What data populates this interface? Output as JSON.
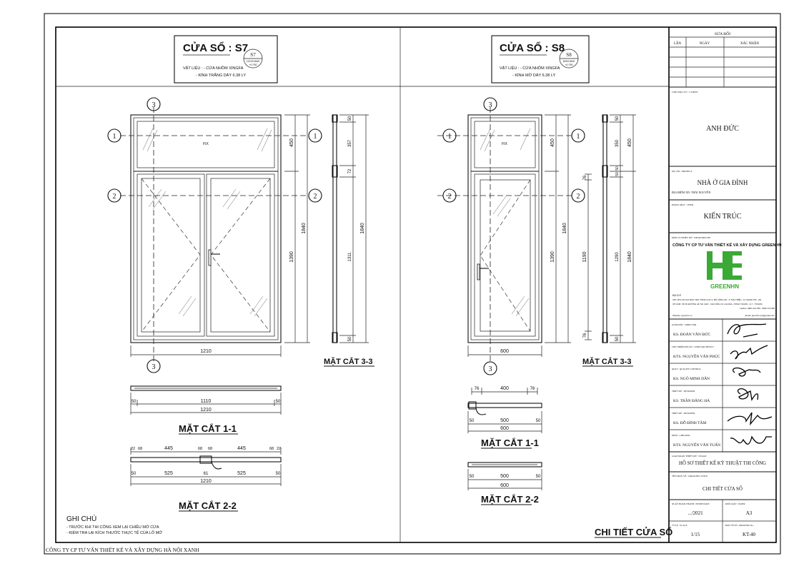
{
  "left": {
    "title": "CỬA SỔ : S7",
    "material_1": "VẬT LIỆU : - CỬA NHÔM XINGFA",
    "material_2": "- KÍNH TRẮNG DÀY 6.38 LY",
    "tag": "S7",
    "tag_sub1": "1210X1840",
    "tag_sub2": "+0.750",
    "fix_label": "FIX",
    "dims": {
      "w_total": "1210",
      "h_top": "450",
      "h_bottom": "1390",
      "h_total": "1840",
      "s33_a": "50",
      "s33_b": "357",
      "s33_c": "72",
      "s33_d": "1311",
      "s33_e": "50",
      "s33_total": "1840",
      "s11_a": "50",
      "s11_b": "1110",
      "s11_c": "50",
      "s11_total": "1210",
      "s22_top": [
        "22",
        "68",
        "445",
        "68",
        "68",
        "445",
        "68",
        "22"
      ],
      "s22_bottom": [
        "50",
        "525",
        "61",
        "525",
        "50"
      ],
      "s22_total": "1210"
    },
    "sec33": "MẶT CẮT 3-3",
    "sec11": "MẶT CẮT 1-1",
    "sec22": "MẶT CẮT 2-2"
  },
  "right": {
    "title": "CỬA SỔ : S8",
    "material_1": "VẬT LIỆU : - CỬA NHÔM XINGFA",
    "material_2": "- KÍNH MỜ DÀY 6.38 LY",
    "tag": "S8",
    "tag_sub1": "600X1840",
    "tag_sub2": "+0.750",
    "fix_label": "FIX",
    "dims": {
      "w_total": "600",
      "h_top": "450",
      "h_bottom": "1390",
      "h_total": "1840",
      "left_a": "76",
      "left_b": "1190",
      "left_c": "76",
      "s33_a": "50",
      "s33_b": "350",
      "s33_c": "50",
      "s33_d": "50",
      "s33_e": "1290",
      "s33_f": "50",
      "s33_total_top": "450",
      "s33_total": "1840",
      "s11_top": [
        "76",
        "400",
        "76"
      ],
      "s11_bottom": [
        "50",
        "500",
        "50"
      ],
      "s11_total": "600",
      "s22_bottom": [
        "50",
        "500",
        "50"
      ],
      "s22_total": "600"
    },
    "sec33": "MẶT CẮT 3-3",
    "sec11": "MẶT CẮT 1-1",
    "sec22": "MẶT CẮT 2-2",
    "chi_tiet": "CHI TIẾT CỬA SỔ"
  },
  "markers": [
    "1",
    "2",
    "3"
  ],
  "notes": {
    "heading": "GHI CHÚ",
    "line1": "- TRƯỚC KHI THI CÔNG XEM LẠI CHIỀU MỞ CỬA",
    "line2": "- KIỂM TRA LẠI KÍCH THƯỚC THỰC TẾ CỦA LỖ MỞ"
  },
  "footer": "CÔNG TY CP TƯ VẤN THIẾT KẾ VÀ XÂY DỰNG HÀ NỘI XANH",
  "titleblock": {
    "revision_title": "SỬA ĐỔI",
    "rev_cols": [
      "LẦN",
      "NGÀY",
      "XÁC NHẬN"
    ],
    "owner_label": "CHỦ ĐẦU TƯ : CLIENT",
    "owner": "ANH ĐỨC",
    "project_label": "DỰ ÁN : PROJECT",
    "project": "NHÀ Ở GIA ĐÌNH",
    "location": "ĐỊA ĐIỂM XD: THÁI NGUYÊN",
    "item_label": "HẠNG MỤC : ITEM",
    "item": "KIẾN TRÚC",
    "designer_label": "ĐƠN VỊ THIẾT KẾ : DESIGNED BY",
    "company": "CÔNG TY CP TƯ VẤN THIẾT KẾ VÀ XÂY DỰNG GREENHN",
    "logo_text": "GREENHN",
    "address_label": "ĐỊA CHỈ",
    "address_1": "VP1: BT1-09 CỤC BẢO TRỢ TỔNG CỤC II, BỘ CÔNG AN - X.TẢN TRIỀU - H.THANH TRÌ - HN",
    "address_2": "VP HCM: SỐ 36 ĐƯỜNG LÊ THỊ CHỢ - KHU DÂN CƯ LACASA - P.PHÚ THUẬN - Q.7 - TP.HCM",
    "hotline": "Hotline: 0987.213.789 - 0946.713.385",
    "website": "Website: greenhn.vn",
    "email": "Email: greenhn.jsc@gmail.com",
    "roles": [
      {
        "label": "GIÁM ĐỐC : DIRECTOR",
        "name": "KS. ĐOÀN VĂN ĐỨC"
      },
      {
        "label": "CHỦ NHIỆM ĐỒ ÁN : CHIEF ARCHITECT",
        "name": "KTS. NGUYỄN VĂN PHÚC"
      },
      {
        "label": "QLKT : QUALIFY CONTROL",
        "name": "KS. NGÔ MINH DÂN"
      },
      {
        "label": "THIẾT KẾ : DESIGNER",
        "name": "KS. TRẦN ĐĂNG HÀ"
      },
      {
        "label": "THIẾT KẾ : DESIGNER",
        "name": "KS. ĐỖ ĐÌNH TÂM"
      },
      {
        "label": "KIỂM : CHECKER",
        "name": "KTS. NGUYỄN VĂN TUẤN"
      }
    ],
    "phase_label": "GIAI ĐOẠN THIẾT KẾ : STAGE",
    "phase": "HỒ SƠ THIẾT KẾ KỸ THUẬT THI CÔNG",
    "drawing_label": "TÊN BẢN VẼ : DRAWING TITLE",
    "drawing": "CHI TIẾT CỬA SỔ",
    "date_label": "NGÀY HOÀN THÀNH : FINISH DATE",
    "date": ".../2021",
    "size_label": "KHỔ GIẤY : PAPER",
    "size": "A3",
    "scale_label": "TỶ LỆ : SCALE",
    "scale": "1/15",
    "sheet_label": "BẢN VẼ SỐ : DRAWING No.",
    "sheet": "KT-40"
  }
}
